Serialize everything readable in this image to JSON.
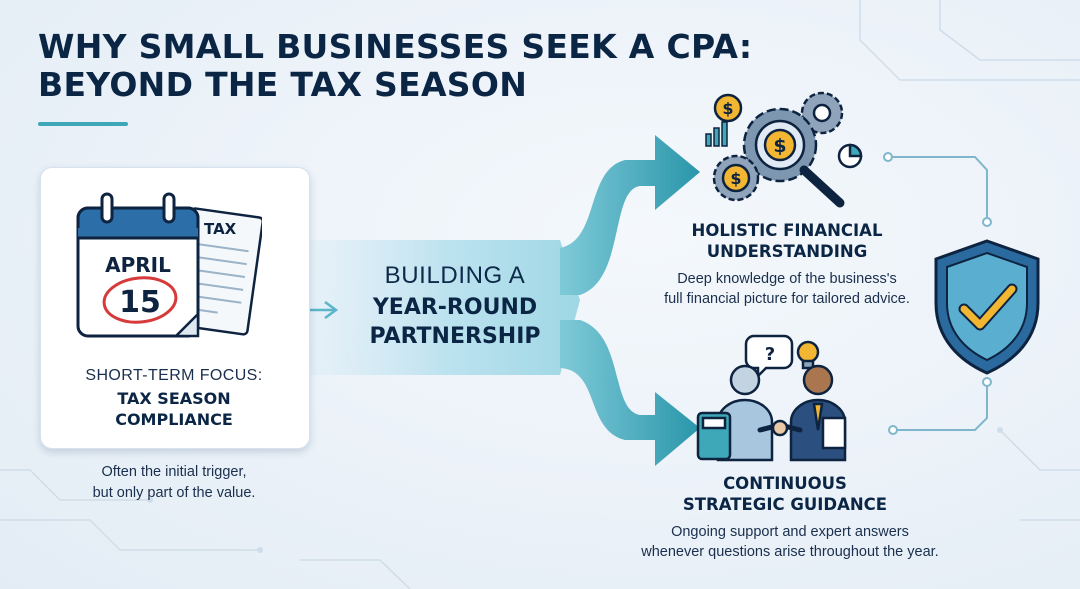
{
  "title": {
    "line1": "WHY SMALL BUSINESSES SEEK A CPA:",
    "line2": "BEYOND THE TAX SEASON"
  },
  "calendar": {
    "month": "APRIL",
    "day": "15",
    "document_label": "TAX"
  },
  "short_term": {
    "label": "SHORT-TERM FOCUS:",
    "strong_line1": "TAX SEASON",
    "strong_line2": "COMPLIANCE",
    "caption_line1": "Often the initial trigger,",
    "caption_line2": "but only part of the value."
  },
  "partnership": {
    "pre": "BUILDING A",
    "strong_line1": "YEAR-ROUND",
    "strong_line2": "PARTNERSHIP"
  },
  "holistic": {
    "title_line1": "HOLISTIC FINANCIAL",
    "title_line2": "UNDERSTANDING",
    "desc_line1": "Deep knowledge of the business's",
    "desc_line2": "full financial picture for tailored advice."
  },
  "continuous": {
    "title_line1": "CONTINUOUS",
    "title_line2": "STRATEGIC GUIDANCE",
    "desc_line1": "Ongoing support and expert answers",
    "desc_line2": "whenever questions arise throughout the year."
  },
  "icons": {
    "left": "calendar-tax-documents-icon",
    "upper_right": "gears-magnifier-dollar-icon",
    "lower_right": "handshake-advisor-icon",
    "far_right": "shield-check-icon"
  },
  "colors": {
    "navy": "#0b2545",
    "teal": "#3ea7b8",
    "teal_dark": "#2a8fa6",
    "red": "#d63a3a",
    "gold": "#f2b632"
  }
}
